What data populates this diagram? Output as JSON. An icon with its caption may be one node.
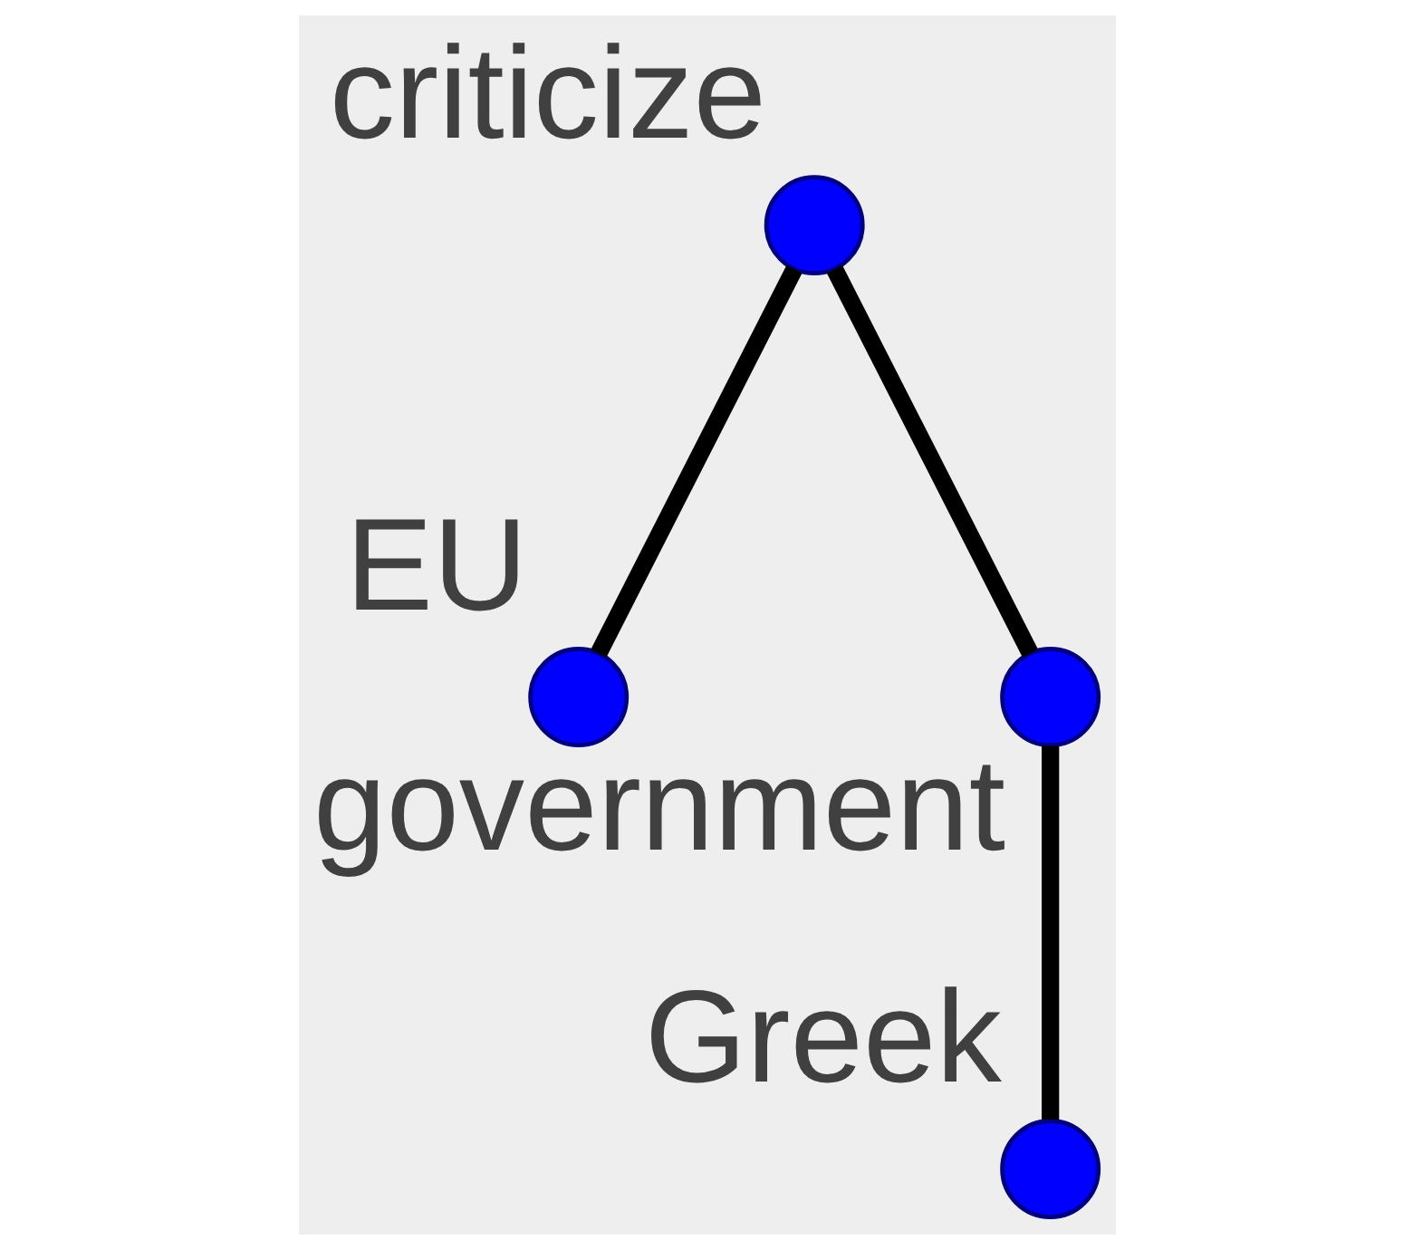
{
  "diagram": {
    "nodes": [
      {
        "text": [],
        "shape": "circle",
        "beside": [
          "criticize"
        ]
      },
      {
        "text": [],
        "shape": "circle",
        "beside": [
          "EU"
        ]
      },
      {
        "text": [],
        "shape": "circle",
        "beside": [
          "government"
        ]
      },
      {
        "text": [],
        "shape": "circle",
        "beside": [
          "Greek"
        ]
      }
    ],
    "edges": [
      {
        "from": 0,
        "to": 1,
        "arrow": "none"
      },
      {
        "from": 0,
        "to": 2,
        "arrow": "none"
      },
      {
        "from": 2,
        "to": 3,
        "arrow": "none"
      }
    ]
  }
}
